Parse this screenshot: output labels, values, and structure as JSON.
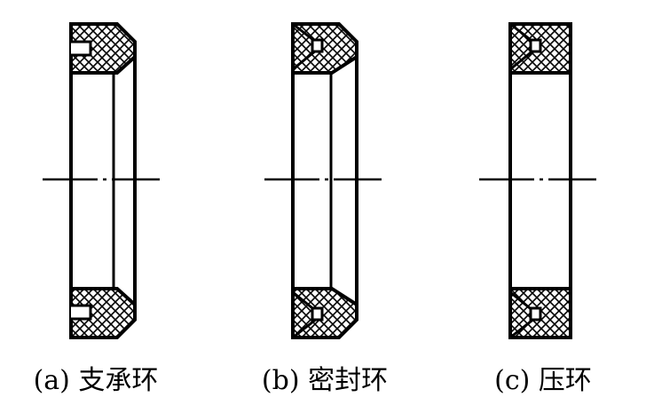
{
  "figure": {
    "line_color": "#000000",
    "background": "#ffffff",
    "rings": [
      {
        "id": "a",
        "caption": "(a) 支承环"
      },
      {
        "id": "b",
        "caption": "(b) 密封环"
      },
      {
        "id": "c",
        "caption": "(c) 压环"
      }
    ]
  }
}
